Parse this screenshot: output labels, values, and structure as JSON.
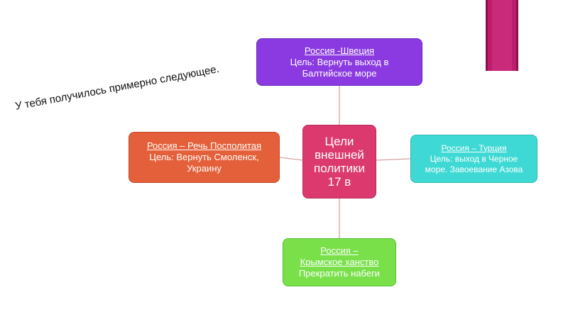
{
  "subtitle": "У тебя получилось примерно следующее.",
  "colors": {
    "accent_bar": "#bd1d6c",
    "connector": "#d6a3a0",
    "center": "#dc3a6e",
    "top": "#8a3ae0",
    "left": "#e4603a",
    "right": "#3ed9d4",
    "bottom": "#79e04a"
  },
  "center": {
    "lines": [
      "Цели",
      "внешней",
      "политики",
      "17 в"
    ]
  },
  "top": {
    "heading": "Россия -Швеция",
    "lines": [
      "Цель: Вернуть выход в",
      "Балтийское море"
    ]
  },
  "left": {
    "heading": "Россия – Речь Посполитая",
    "lines": [
      "Цель: Вернуть Смоленск,",
      "Украину"
    ]
  },
  "right": {
    "heading": "Россия – Турция",
    "lines": [
      "Цель: выход в Черное",
      "море. Завоевание Азова"
    ]
  },
  "bottom": {
    "heading_lines": [
      "Россия –",
      "Крымское ханство"
    ],
    "lines": [
      "Прекратить набеги"
    ]
  }
}
